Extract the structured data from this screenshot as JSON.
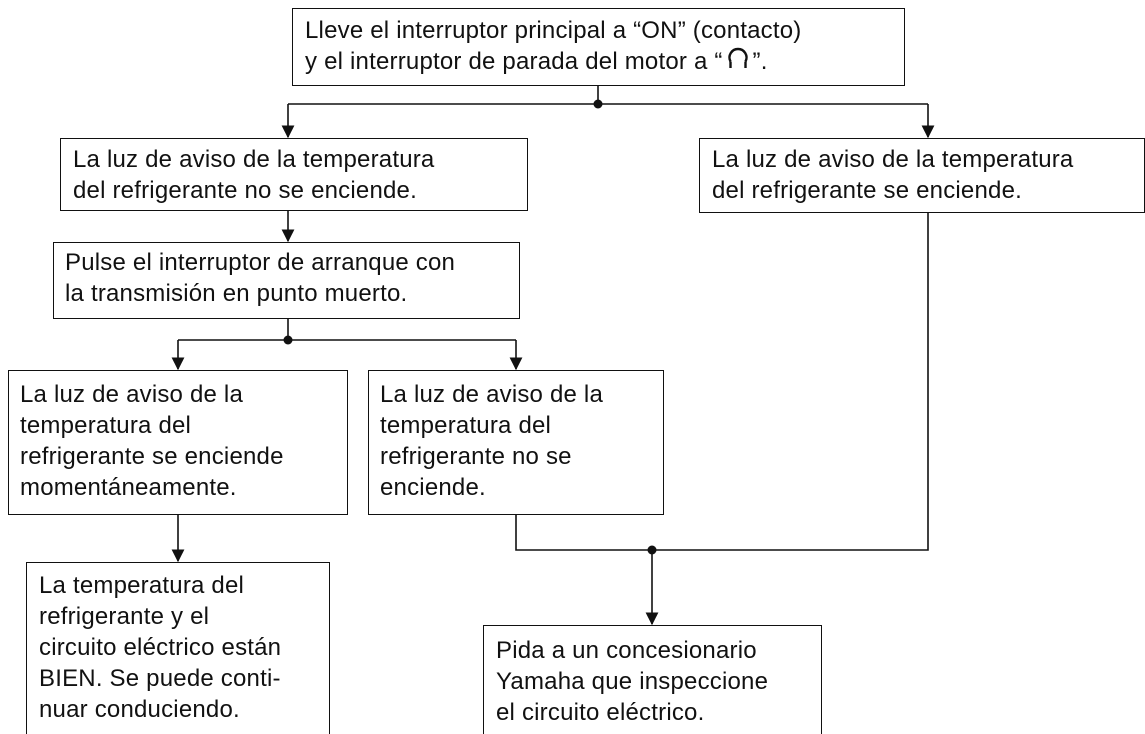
{
  "diagram": {
    "start": {
      "line1": "Lleve el interruptor principal a “ON” (contacto)",
      "line2_before": "y el interruptor de parada del motor a “",
      "line2_icon": "engine-stop-run-symbol",
      "line2_after": "”."
    },
    "light_off": {
      "lines": [
        "La luz de aviso de la temperatura",
        "del refrigerante no se enciende."
      ]
    },
    "light_on": {
      "lines": [
        "La luz de aviso de la temperatura",
        "del refrigerante se enciende."
      ]
    },
    "press_start": {
      "lines": [
        "Pulse el interruptor de arranque con",
        "la transmisión en punto muerto."
      ]
    },
    "light_momentary": {
      "lines": [
        "La luz de aviso de la",
        "temperatura del",
        "refrigerante se enciende",
        "momentáneamente."
      ]
    },
    "light_not_on": {
      "lines": [
        "La luz de aviso de la",
        "temperatura del",
        "refrigerante no se",
        "enciende."
      ]
    },
    "ok_result": {
      "lines": [
        "La temperatura del",
        "refrigerante y el",
        "circuito eléctrico están",
        "BIEN. Se puede conti-",
        "nuar conduciendo."
      ]
    },
    "dealer_result": {
      "lines": [
        "Pida a un concesionario",
        "Yamaha que inspeccione",
        "el circuito eléctrico."
      ]
    },
    "colors": {
      "stroke": "#111111",
      "background": "#ffffff"
    }
  }
}
